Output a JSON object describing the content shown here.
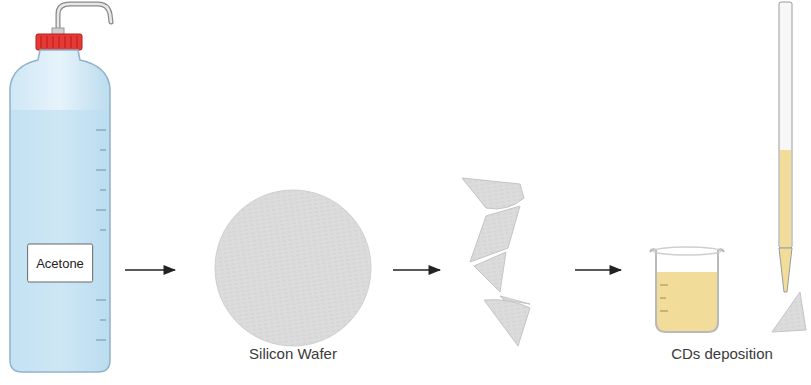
{
  "diagram": {
    "nodes": [
      {
        "text": [
          "Acetone"
        ]
      },
      {
        "text": [
          "Silicon Wafer"
        ]
      },
      {
        "text": [
          "CDs deposition"
        ]
      }
    ],
    "edges": [
      {
        "from": 0,
        "to": 1,
        "arrow": "to"
      }
    ]
  }
}
